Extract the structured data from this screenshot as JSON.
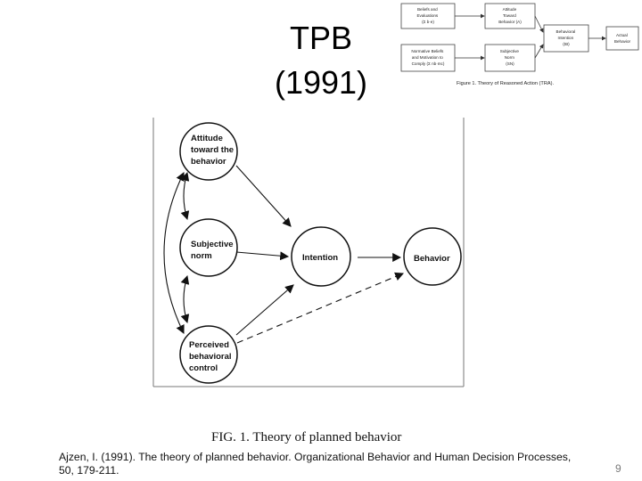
{
  "slide": {
    "title_line1": "TPB",
    "title_line2": "(1991)",
    "figure_caption": "FIG. 1.  Theory of planned behavior",
    "citation_line1": "Ajzen, I. (1991). The theory of planned behavior. Organizational Behavior and Human Decision Processes,",
    "citation_line2": "50, 179-211.",
    "page_number": "9"
  },
  "tpb_diagram": {
    "nodes": {
      "attitude": [
        "Attitude",
        "toward the",
        "behavior"
      ],
      "subjective_norm": [
        "Subjective",
        "norm"
      ],
      "pbc": [
        "Perceived",
        "behavioral",
        "control"
      ],
      "intention": [
        "Intention"
      ],
      "behavior": [
        "Behavior"
      ]
    }
  },
  "tra_diagram": {
    "caption": "Figure 1.  Theory of Reasoned Action (TRA).",
    "boxes": {
      "beliefs": [
        "Beliefs and",
        "Evaluations",
        "(Σ b·e)"
      ],
      "attitude": [
        "Attitude",
        "Toward",
        "Behavior (A)"
      ],
      "normative": [
        "Normative Beliefs",
        "and Motivation to",
        "Comply (Σ nb·mc)"
      ],
      "subjective_norm": [
        "Subjective",
        "Norm",
        "(SN)"
      ],
      "intention": [
        "Behavioral",
        "Intention",
        "(BI)"
      ],
      "behavior": [
        "Actual",
        "Behavior"
      ]
    }
  }
}
